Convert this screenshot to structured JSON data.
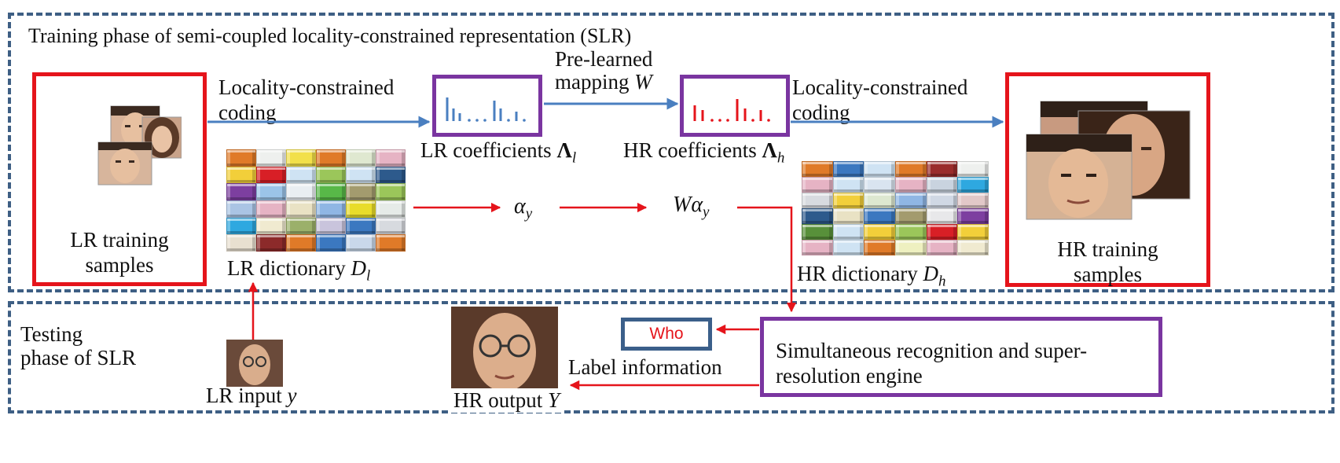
{
  "training": {
    "title": "Training phase of semi-coupled locality-constrained representation (SLR)",
    "lr_samples": {
      "line1": "LR training",
      "line2": "samples"
    },
    "hr_samples": {
      "line1": "HR training",
      "line2": "samples"
    },
    "coding_left": {
      "line1": "Locality-constrained",
      "line2": "coding"
    },
    "coding_right": {
      "line1": "Locality-constrained",
      "line2": "coding"
    },
    "mapping": {
      "line1": "Pre-learned",
      "line2": "mapping",
      "symbol": "W"
    },
    "lr_coeff": {
      "label": "LR coefficients",
      "symbol": "Λ",
      "sub": "l"
    },
    "hr_coeff": {
      "label": "HR coefficients",
      "symbol": "Λ",
      "sub": "h"
    },
    "alpha": {
      "symbol": "α",
      "sub": "y"
    },
    "walpha": {
      "symbol": "Wα",
      "sub": "y"
    },
    "lr_dict": {
      "label": "LR dictionary",
      "symbol": "D",
      "sub": "l"
    },
    "hr_dict": {
      "label": "HR dictionary",
      "symbol": "D",
      "sub": "h"
    }
  },
  "testing": {
    "title": {
      "line1": "Testing",
      "line2": "phase of SLR"
    },
    "lr_input": {
      "label": "LR input",
      "symbol": "y"
    },
    "hr_output": {
      "label": "HR output",
      "symbol": "Y"
    },
    "who": "Who",
    "label_info": "Label information",
    "engine": {
      "line1": "Simultaneous recognition and super-",
      "line2": "resolution engine"
    }
  },
  "colors": {
    "dash_border": "#3e5f84",
    "red": "#e5141b",
    "purple": "#7a35a0",
    "blue_arrow": "#4a7fc0",
    "who_text": "#e5141b",
    "who_border": "#3b5f8a"
  },
  "dictionary_tile_colors": {
    "lr": [
      [
        "#e07a28",
        "#eef0ee",
        "#f2e04a",
        "#e07a28",
        "#dfe8d0",
        "#e6b3c4"
      ],
      [
        "#f2cf3a",
        "#d81f26",
        "#cfe3f3",
        "#9bc65a",
        "#cfe3f3",
        "#2d5a8c"
      ],
      [
        "#7d3fa0",
        "#9bc4e8",
        "#e9eef2",
        "#58b848",
        "#a39b6e",
        "#9bc65a"
      ],
      [
        "#aac4e4",
        "#e6b3c4",
        "#e9e2c4",
        "#8fb6e4",
        "#e8dc2a",
        "#e6ebe8"
      ],
      [
        "#2ea8e0",
        "#f0ead0",
        "#9bb06a",
        "#c9c4dc",
        "#3b78c0",
        "#d7dadf"
      ],
      [
        "#e8e0d0",
        "#8c2a2a",
        "#e07a28",
        "#3b78c0",
        "#c9d8ea",
        "#e07a28"
      ]
    ],
    "hr": [
      [
        "#e07a28",
        "#3b78c0",
        "#cfe3f3",
        "#e07a28",
        "#9a2c2c",
        "#eef0ee"
      ],
      [
        "#e6b3c4",
        "#cfe3f3",
        "#d9e4f0",
        "#e6b3c4",
        "#c9d3df",
        "#2ea8e0"
      ],
      [
        "#d8dbe0",
        "#f2cf3a",
        "#dde8d0",
        "#8fb6e4",
        "#d0d8e4",
        "#e2c8c8"
      ],
      [
        "#2d5a8c",
        "#e9e2c4",
        "#3b78c0",
        "#a39b6e",
        "#e8e8ea",
        "#7d3fa0"
      ],
      [
        "#58903a",
        "#cfe3f3",
        "#f2cf3a",
        "#9bc65a",
        "#d81f26",
        "#f2cf3a"
      ],
      [
        "#e6b3c4",
        "#cfe3f3",
        "#e07a28",
        "#eef0c0",
        "#e6b3c4",
        "#f0ead0"
      ]
    ]
  }
}
